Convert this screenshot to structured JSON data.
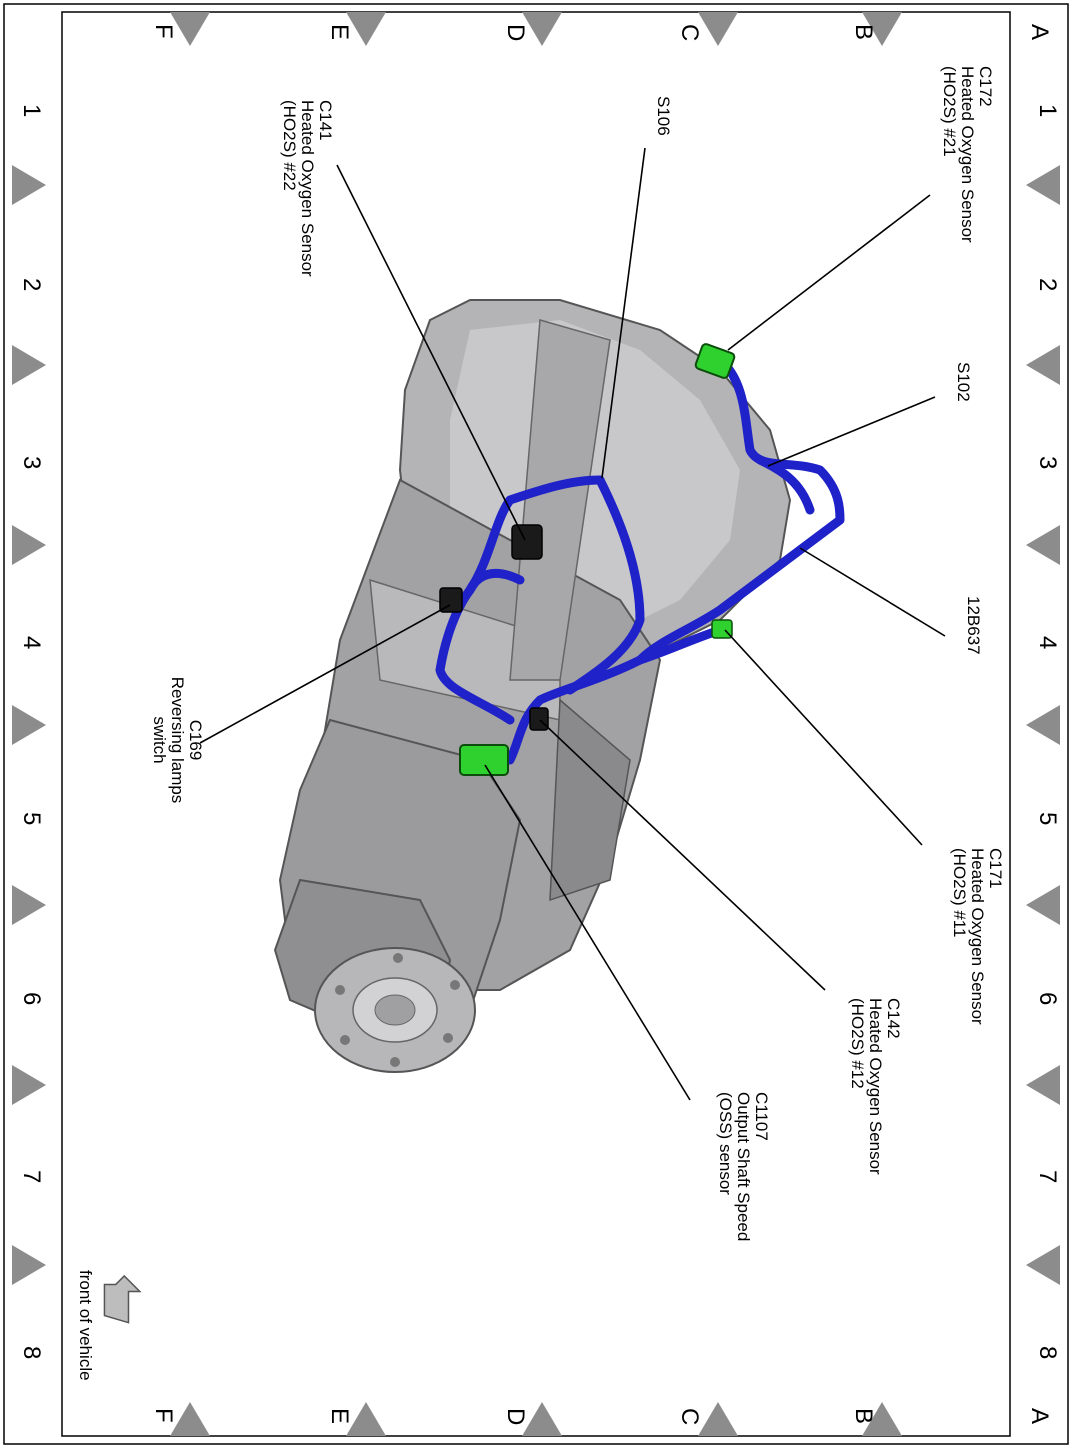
{
  "zones": {
    "rows": [
      "A",
      "B",
      "C",
      "D",
      "E",
      "F"
    ],
    "cols": [
      "1",
      "2",
      "3",
      "4",
      "5",
      "6",
      "7",
      "8"
    ]
  },
  "callouts": [
    {
      "id": "c172",
      "lines": [
        "C172",
        "Heated Oxygen Sensor",
        "(HO2S) #21"
      ]
    },
    {
      "id": "s106",
      "lines": [
        "S106"
      ]
    },
    {
      "id": "c141",
      "lines": [
        "C141",
        "Heated Oxygen Sensor",
        "(HO2S) #22"
      ]
    },
    {
      "id": "s102",
      "lines": [
        "S102"
      ]
    },
    {
      "id": "12b637",
      "lines": [
        "12B637"
      ]
    },
    {
      "id": "c169",
      "lines": [
        "C169",
        "Reversing lamps",
        "switch"
      ]
    },
    {
      "id": "c171",
      "lines": [
        "C171",
        "Heated Oxygen Sensor",
        "(HO2S) #11"
      ]
    },
    {
      "id": "c142",
      "lines": [
        "C142",
        "Heated Oxygen Sensor",
        "(HO2S) #12"
      ]
    },
    {
      "id": "c1107",
      "lines": [
        "C1107",
        "Output Shaft Speed",
        "(OSS) sensor"
      ]
    }
  ],
  "front_indicator": "front of vehicle",
  "colors": {
    "harness": "#1f22c8",
    "connector": "#2fd12f",
    "housing": "#a9a9ab",
    "housing_dark": "#6e6e70",
    "border_marker": "#8c8c8c"
  }
}
